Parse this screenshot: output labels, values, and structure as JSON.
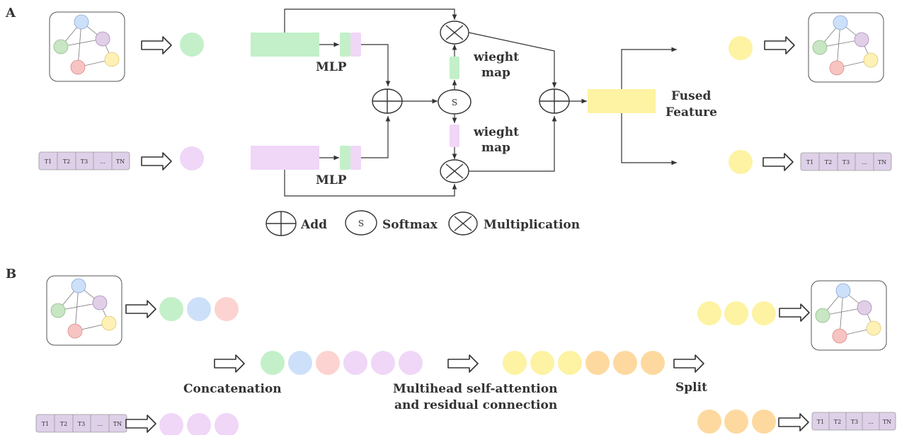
{
  "panels": {
    "a": "A",
    "b": "B"
  },
  "labels": {
    "mlp_top": "MLP",
    "mlp_bottom": "MLP",
    "weight_map_top_1": "wieght",
    "weight_map_top_2": "map",
    "weight_map_bottom_1": "wieght",
    "weight_map_bottom_2": "map",
    "fused_1": "Fused",
    "fused_2": "Feature",
    "softmax_symbol": "S",
    "legend_add": "Add",
    "legend_softmax": "Softmax",
    "legend_multiplication": "Multiplication",
    "concatenation": "Concatenation",
    "msa_1": "Multihead self-attention",
    "msa_2": "and residual connection",
    "split": "Split"
  },
  "token_sequence": [
    "T1",
    "T2",
    "T3",
    "...",
    "TN"
  ],
  "colors": {
    "green": "#c3f0c8",
    "blue": "#cde0fa",
    "pink": "#fcd3d0",
    "purple": "#f0d6f7",
    "yellow": "#fdf3a2",
    "orange": "#fdd9a0",
    "token_fill": "#ded0e8",
    "line": "#333333"
  }
}
